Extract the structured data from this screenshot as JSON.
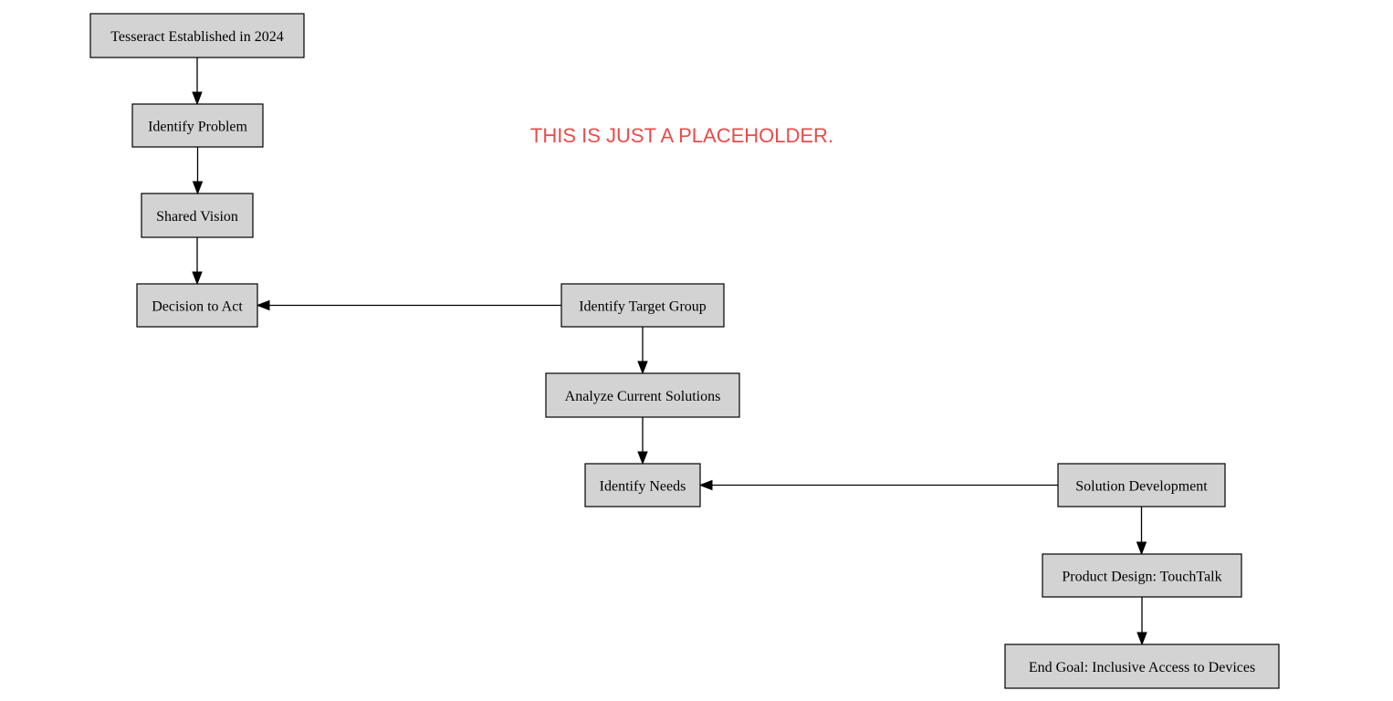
{
  "placeholder_text": "THIS IS JUST A PLACEHOLDER.",
  "colors": {
    "node_fill": "#d3d3d3",
    "node_stroke": "#000000",
    "edge": "#000000",
    "placeholder": "#ec4a4a"
  },
  "nodes": [
    {
      "id": "established",
      "label": "Tesseract Established in 2024"
    },
    {
      "id": "problem",
      "label": "Identify Problem"
    },
    {
      "id": "vision",
      "label": "Shared Vision"
    },
    {
      "id": "decision",
      "label": "Decision to Act"
    },
    {
      "id": "target",
      "label": "Identify Target Group"
    },
    {
      "id": "analyze",
      "label": "Analyze Current Solutions"
    },
    {
      "id": "needs",
      "label": "Identify Needs"
    },
    {
      "id": "solution",
      "label": "Solution Development"
    },
    {
      "id": "design",
      "label": "Product Design: TouchTalk"
    },
    {
      "id": "goal",
      "label": "End Goal: Inclusive Access to Devices"
    }
  ],
  "edges": [
    {
      "from": "established",
      "to": "problem"
    },
    {
      "from": "problem",
      "to": "vision"
    },
    {
      "from": "vision",
      "to": "decision"
    },
    {
      "from": "target",
      "to": "decision"
    },
    {
      "from": "target",
      "to": "analyze"
    },
    {
      "from": "analyze",
      "to": "needs"
    },
    {
      "from": "solution",
      "to": "needs"
    },
    {
      "from": "solution",
      "to": "design"
    },
    {
      "from": "design",
      "to": "goal"
    }
  ]
}
